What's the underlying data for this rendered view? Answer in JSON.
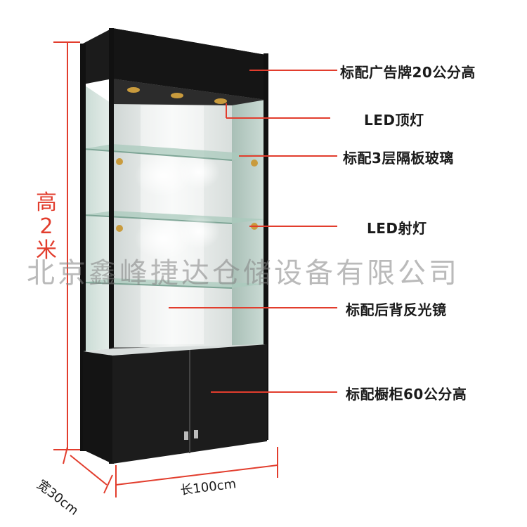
{
  "annotations": {
    "billboard": "标配广告牌20公分高",
    "led_top": "LED顶灯",
    "shelves": "标配3层隔板玻璃",
    "led_spot": "LED射灯",
    "mirror": "标配后背反光镜",
    "cabinet": "标配橱柜60公分高"
  },
  "dimensions": {
    "height_lines": [
      "高",
      "2",
      "米"
    ],
    "width": "宽30cm",
    "length": "长100cm"
  },
  "watermark": "北京鑫峰捷达仓储设备有限公司",
  "colors": {
    "leader_line": "#e23d2d",
    "frame": "#111111",
    "cabinet": "#1c1c1c"
  }
}
